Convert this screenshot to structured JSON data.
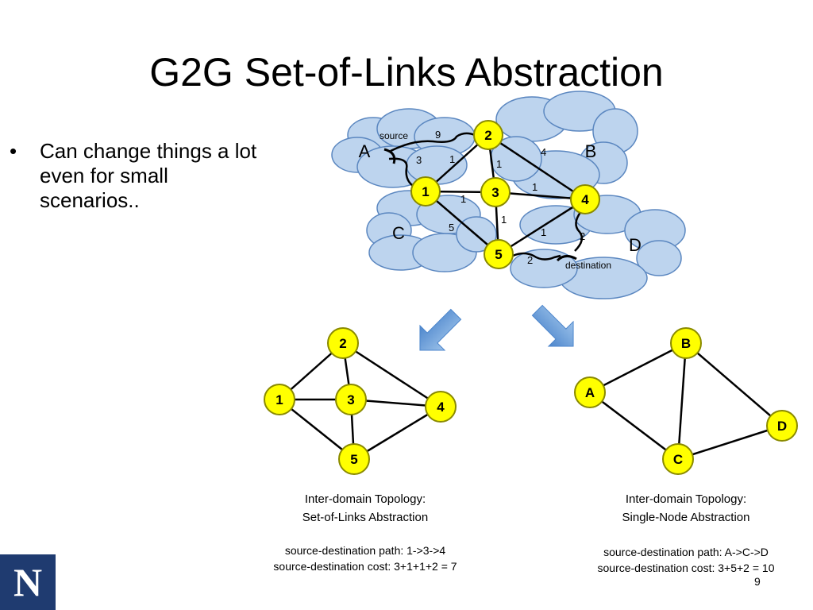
{
  "title": "G2G Set-of-Links Abstraction",
  "bullets": [
    "Can change things a lot even for small scenarios.."
  ],
  "top_diagram": {
    "domains": [
      "A",
      "B",
      "C",
      "D"
    ],
    "nodes": [
      "1",
      "2",
      "3",
      "4",
      "5"
    ],
    "edge_weights": {
      "source_to_2": "9",
      "source_to_1": "3",
      "e1_2": "1",
      "e2_3": "1",
      "e2_4": "4",
      "e1_3": "1",
      "e3_4": "1",
      "e1_5": "5",
      "e3_5": "1",
      "e4_5": "1",
      "e5_dest": "2",
      "e4_dest": "2"
    },
    "source_label": "source",
    "destination_label": "destination"
  },
  "left_graph": {
    "nodes": [
      "2",
      "1",
      "3",
      "4",
      "5"
    ],
    "caption_line1": "Inter-domain Topology:",
    "caption_line2": "Set-of-Links Abstraction",
    "path_line": "source-destination path: 1->3->4",
    "cost_line": "source-destination cost: 3+1+1+2 = 7"
  },
  "right_graph": {
    "nodes": [
      "B",
      "A",
      "D",
      "C"
    ],
    "caption_line1": "Inter-domain Topology:",
    "caption_line2": "Single-Node Abstraction",
    "path_line": "source-destination path: A->C->D",
    "cost_line": "source-destination cost: 3+5+2 = 10"
  },
  "page_number": "9",
  "logo_text": "N",
  "colors": {
    "cloud_fill": "#bdd4ee",
    "cloud_stroke": "#5b87c0",
    "node_fill": "#ffff00",
    "node_stroke": "#8a8a00",
    "arrow_fill": "#6fa3dc",
    "logo_bg": "#1f3b70"
  }
}
